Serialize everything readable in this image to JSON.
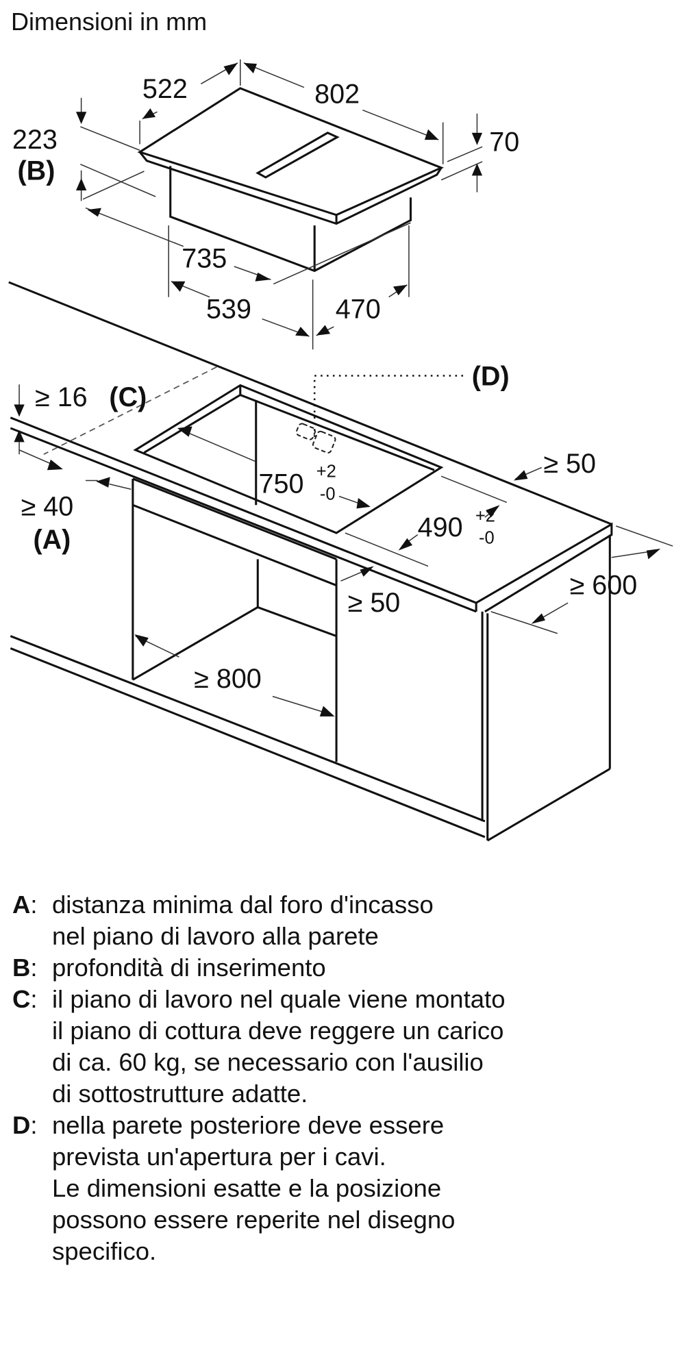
{
  "header": {
    "title": "Dimensioni in mm"
  },
  "hob": {
    "depth": "522",
    "width": "802",
    "insertion_depth": "223",
    "insertion_depth_ref": "(B)",
    "glass_thickness": "70",
    "body_width": "735",
    "body_depth_left": "539",
    "body_depth_right": "470"
  },
  "worktop": {
    "min_thickness": "≥ 16",
    "min_thickness_ref": "(C)",
    "min_wall_distance": "≥ 40",
    "min_wall_distance_ref": "(A)",
    "cable_opening_ref": "(D)",
    "cutout_width": "750",
    "cutout_width_tol_plus": "+2",
    "cutout_width_tol_minus": "-0",
    "cutout_depth": "490",
    "cutout_depth_tol_plus": "+2",
    "cutout_depth_tol_minus": "-0",
    "min_back_margin": "≥ 50",
    "min_front_margin": "≥ 50",
    "min_worktop_depth": "≥ 600",
    "min_cabinet_width": "≥ 800"
  },
  "legend": [
    {
      "key": "A",
      "text": "distanza minima dal foro d'incasso\nnel piano di lavoro alla parete"
    },
    {
      "key": "B",
      "text": "profondità di inserimento"
    },
    {
      "key": "C",
      "text": "il piano di lavoro nel quale viene montato\nil piano di cottura deve reggere un carico\ndi ca. 60 kg, se necessario con l'ausilio\ndi sottostrutture adatte."
    },
    {
      "key": "D",
      "text": "nella parete posteriore deve essere\nprevista un'apertura per i cavi.\nLe dimensioni esatte e la posizione\npossono essere reperite nel disegno\nspecifico."
    }
  ],
  "colors": {
    "line": "#111111",
    "background": "#ffffff"
  }
}
